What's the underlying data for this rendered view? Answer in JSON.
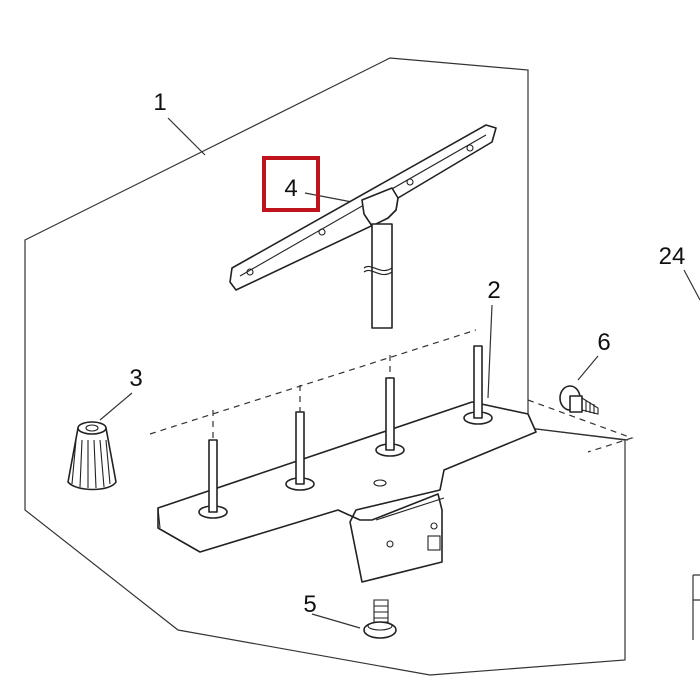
{
  "callouts": {
    "c1": "1",
    "c2": "2",
    "c3": "3",
    "c4": "4",
    "c5": "5",
    "c6": "6",
    "c24": "24"
  },
  "highlight_color": "#c0141c"
}
